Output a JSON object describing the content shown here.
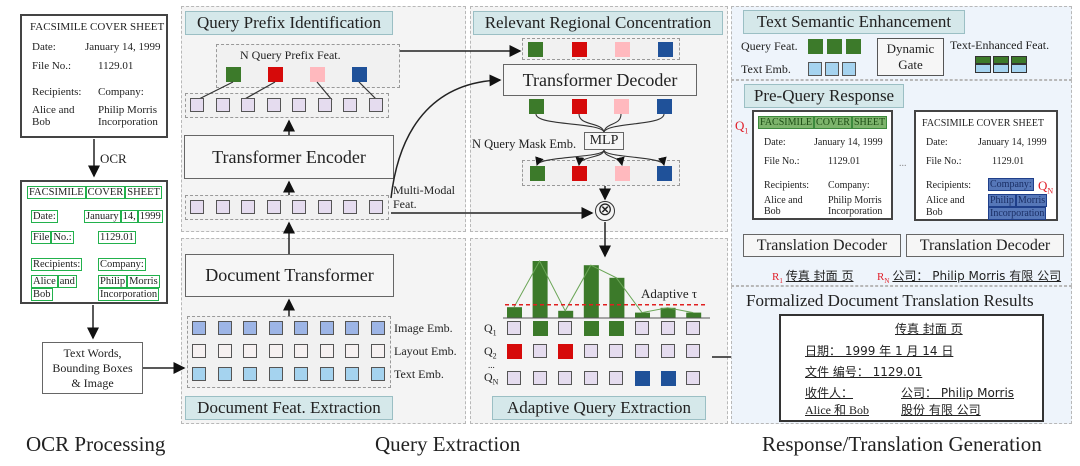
{
  "ocr_section": {
    "caption": "OCR Processing",
    "ocr_label": "OCR",
    "input_box_lines": [
      "Text Words,",
      "Bounding Boxes",
      "& Image"
    ],
    "document": {
      "title": "FACSIMILE COVER SHEET",
      "title_words": [
        "FACSIMILE",
        "COVER",
        "SHEET"
      ],
      "date_label": "Date:",
      "date_value": "January 14, 1999",
      "date_words": [
        "January",
        "14,",
        "1999"
      ],
      "file_label": "File No.:",
      "file_words": [
        "File",
        "No.:"
      ],
      "file_value": "1129.01",
      "recipients_label": "Recipients:",
      "company_label": "Company:",
      "recipients_value_1": "Alice  and",
      "recipients_value_2": "Bob",
      "recipients_words": [
        "Alice",
        "and",
        "Bob"
      ],
      "company_value_1": "Philip Morris",
      "company_value_2": "Incorporation",
      "company_words": [
        "Philip",
        "Morris",
        "Incorporation"
      ]
    }
  },
  "query_extraction": {
    "caption": "Query Extraction",
    "prefix_panel": {
      "title": "Query Prefix Identification",
      "prefix_feat_label": "N Query Prefix Feat.",
      "encoder_label": "Transformer Encoder",
      "multimodal_label_1": "Multi-Modal",
      "multimodal_label_2": "Feat."
    },
    "doc_feat_panel": {
      "title": "Document Feat. Extraction",
      "transformer_label": "Document Transformer",
      "image_emb": "Image Emb.",
      "layout_emb": "Layout Emb.",
      "text_emb": "Text Emb."
    },
    "regional_panel": {
      "title": "Relevant Regional Concentration",
      "decoder_label": "Transformer Decoder",
      "mlp_label": "MLP",
      "mask_emb_label": "N Query Mask Emb.",
      "multiply_symbol": "⊗"
    },
    "adaptive_panel": {
      "title": "Adaptive Query Extraction",
      "threshold_label": "Adaptive τ",
      "query_labels": [
        "Q1",
        "Q2",
        "...",
        "QN"
      ],
      "relevance_scores": [
        0.18,
        0.95,
        0.12,
        0.88,
        0.67,
        0.09,
        0.17,
        0.09
      ],
      "threshold": 0.22,
      "q1_selected": [
        false,
        true,
        false,
        true,
        true,
        false,
        false,
        false
      ],
      "q2_selected": [
        true,
        false,
        true,
        false,
        false,
        false,
        false,
        false
      ],
      "qn_selected": [
        false,
        false,
        false,
        false,
        false,
        true,
        true,
        false
      ]
    }
  },
  "response_generation": {
    "caption": "Response/Translation Generation",
    "semantic_panel": {
      "title": "Text Semantic Enhancement",
      "query_feat_label": "Query Feat.",
      "text_emb_label": "Text Emb.",
      "gate_label_1": "Dynamic",
      "gate_label_2": "Gate",
      "enhanced_label": "Text-Enhanced Feat."
    },
    "pre_query_panel": {
      "title": "Pre-Query Response",
      "q1_label": "Q1",
      "qn_label": "QN",
      "ellipsis": "...",
      "decoder_label": "Translation Decoder",
      "r1_label": "R1",
      "r1_text": "传真 封面 页",
      "rn_label": "RN",
      "rn_text": "公司： Philip Morris 有限 公司"
    },
    "results_panel": {
      "title": "Formalized Document Translation Results",
      "line_title": "传真 封面 页",
      "line_date": "日期： 1999 年 1 月 14 日",
      "line_file": "文件 编号：  1129.01",
      "line_recipients": "收件人：",
      "line_company": "公司： Philip Morris",
      "line_recipients_value": "Alice  和  Bob",
      "line_company_value": "股份 有限 公司"
    }
  },
  "colors": {
    "green": "#3c7a2a",
    "red": "#d60a0a",
    "pink": "#ffb9be",
    "blue": "#1f5199",
    "lavender": "#e5dcef",
    "title_bg": "#d5e8ea",
    "threshold": "#e02020"
  }
}
